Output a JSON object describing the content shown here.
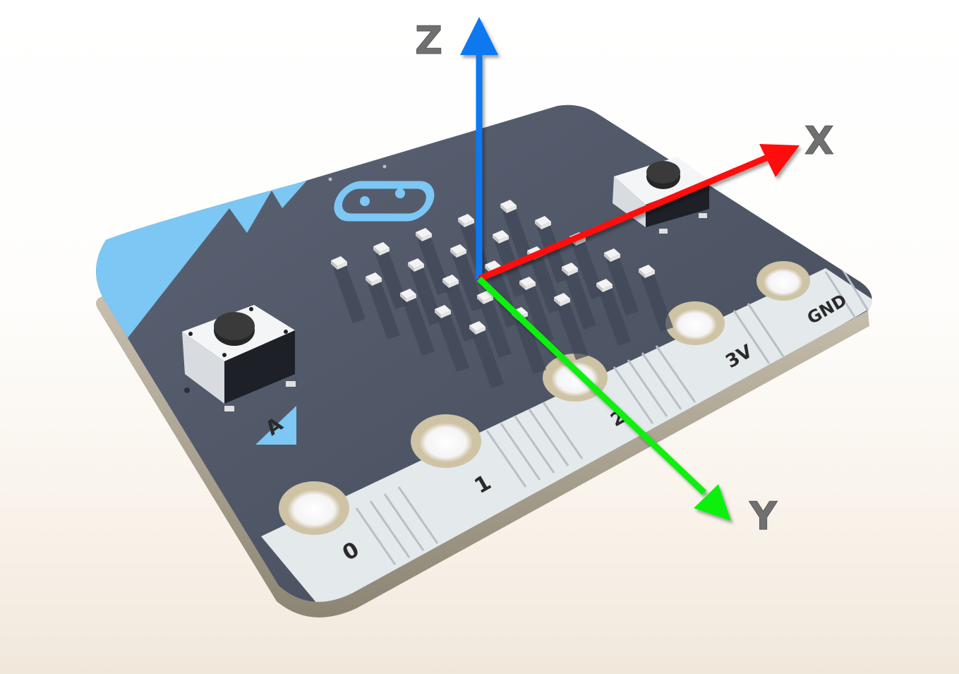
{
  "axes": {
    "z": {
      "label": "Z",
      "color": "#0a78f0"
    },
    "x": {
      "label": "X",
      "color": "#ff1010"
    },
    "y": {
      "label": "Y",
      "color": "#10f010"
    }
  },
  "board": {
    "name_icon": "microbit-logo-icon",
    "pcb_color": "#4d5566",
    "edge_color": "#e4e9ec",
    "accent_color": "#7cc7f4",
    "button_a_label": "A",
    "pin_labels": {
      "pin0": "0",
      "pin1": "1",
      "pin2": "2",
      "pin3v": "3V",
      "gnd": "GND"
    }
  }
}
